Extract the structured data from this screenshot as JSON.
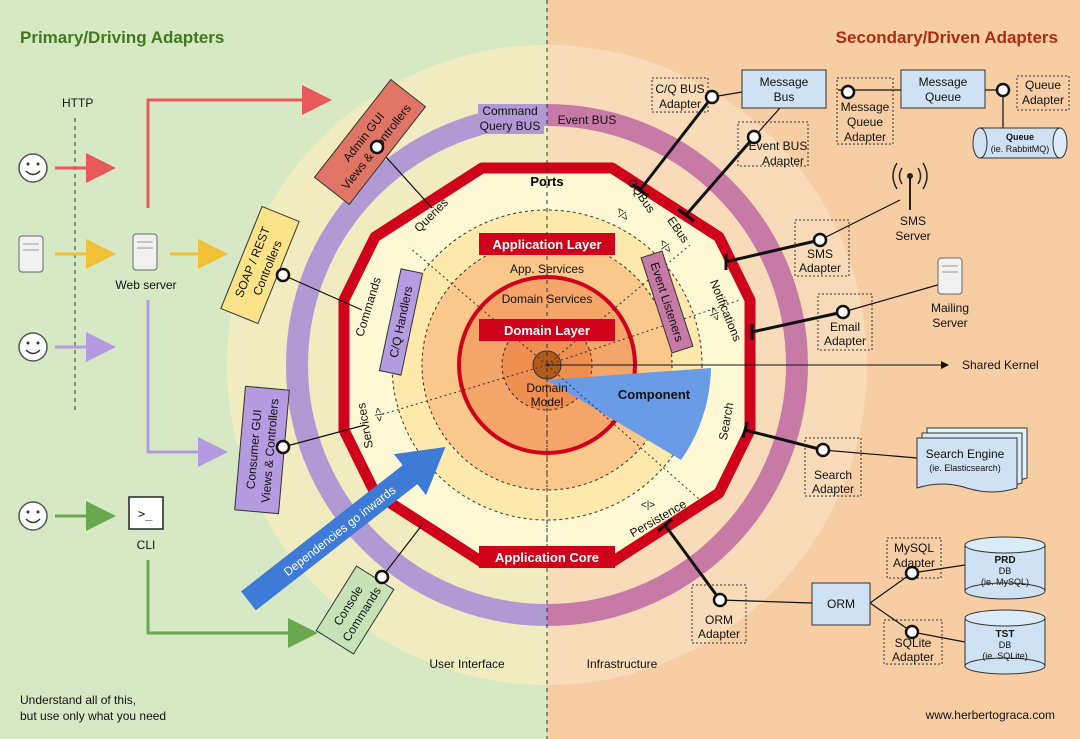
{
  "headings": {
    "primary": "Primary/Driving Adapters",
    "secondary": "Secondary/Driven Adapters"
  },
  "left": {
    "http": "HTTP",
    "web_server": "Web server",
    "cli": "CLI",
    "cli_prompt": ">_",
    "admin_gui": [
      "Admin GUI",
      "Views & Controllers"
    ],
    "soap_rest": [
      "SOAP / REST",
      "Controllers"
    ],
    "consumer_gui": [
      "Consumer GUI",
      "Views & Controllers"
    ],
    "console": [
      "Console",
      "Commands"
    ],
    "footer_note": [
      "Understand all of this,",
      "but use only what you need"
    ]
  },
  "rings": {
    "command_query_bus": [
      "Command",
      "Query BUS"
    ],
    "event_bus": "Event BUS",
    "ports": "Ports",
    "queries": "Queries",
    "commands": "Commands",
    "services": "Services",
    "cqbus": "CQBus",
    "ebus": "EBus",
    "notifications": "Notifications",
    "search": "Search",
    "persistence": "Persistence",
    "port_glyph": "<|>"
  },
  "core": {
    "application_layer": "Application Layer",
    "app_services": "App. Services",
    "domain_services": "Domain Services",
    "domain_layer": "Domain Layer",
    "domain_model": [
      "Domain",
      "Model"
    ],
    "component": "Component",
    "application_core": "Application Core",
    "cq_handlers": "C/Q Handlers",
    "event_listeners": "Event Listeners",
    "dependencies": "Dependencies go inwards",
    "user_interface": "User Interface",
    "infrastructure": "Infrastructure",
    "shared_kernel": "Shared Kernel"
  },
  "right": {
    "cq_bus_adapter": [
      "C/Q BUS",
      "Adapter"
    ],
    "message_bus": [
      "Message",
      "Bus"
    ],
    "message_queue_adapter": [
      "Message",
      "Queue",
      "Adapter"
    ],
    "message_queue": [
      "Message",
      "Queue"
    ],
    "queue_adapter": [
      "Queue",
      "Adapter"
    ],
    "queue_title": "Queue",
    "queue_sub": "(ie. RabbitMQ)",
    "event_bus_adapter": [
      "Event BUS",
      "Adapter"
    ],
    "sms_server": [
      "SMS",
      "Server"
    ],
    "sms_adapter": [
      "SMS",
      "Adapter"
    ],
    "mailing_server": [
      "Mailing",
      "Server"
    ],
    "email_adapter": [
      "Email",
      "Adapter"
    ],
    "search_engine": "Search Engine",
    "search_engine_sub": "(ie. Elasticsearch)",
    "search_adapter": [
      "Search",
      "Adapter"
    ],
    "mysql_adapter": [
      "MySQL",
      "Adapter"
    ],
    "prd_db": [
      "PRD",
      "DB",
      "(ie. MySQL)"
    ],
    "orm": "ORM",
    "orm_adapter": [
      "ORM",
      "Adapter"
    ],
    "sqlite_adapter": [
      "SQLite",
      "Adapter"
    ],
    "tst_db": [
      "TST",
      "DB",
      "(ie. SQLite)"
    ],
    "website": "www.herbertograca.com"
  },
  "colors": {
    "left_bg": "#d7e9c4",
    "right_bg": "#f7cea3",
    "purple_ring": "#b19ad4",
    "magenta_ring": "#c87aa6",
    "red": "#d0021b",
    "component": "#6a9be6",
    "arrow_red": "#e85a5a",
    "arrow_yellow": "#f2c034",
    "arrow_purple": "#b49ae0",
    "arrow_green": "#6aa84f",
    "adapter_blue": "#cfe2f3"
  }
}
